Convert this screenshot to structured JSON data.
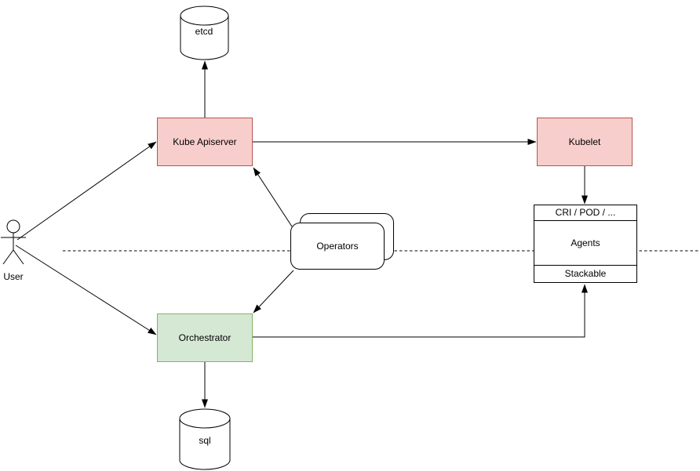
{
  "diagram": {
    "background": "#ffffff",
    "line_color": "#000000",
    "nodes": {
      "etcd": {
        "label": "etcd",
        "shape": "cylinder",
        "fill": "#ffffff",
        "stroke": "#000000"
      },
      "kube_apiserver": {
        "label": "Kube Apiserver",
        "shape": "rect",
        "fill": "#f8cecc",
        "stroke": "#b85450"
      },
      "kubelet": {
        "label": "Kubelet",
        "shape": "rect",
        "fill": "#f8cecc",
        "stroke": "#b85450"
      },
      "operators": {
        "label": "Operators",
        "shape": "stacked-rounded-rect",
        "fill": "#ffffff",
        "stroke": "#000000"
      },
      "orchestrator": {
        "label": "Orchestrator",
        "shape": "rect",
        "fill": "#d5e8d4",
        "stroke": "#82b366"
      },
      "sql": {
        "label": "sql",
        "shape": "cylinder",
        "fill": "#ffffff",
        "stroke": "#000000"
      },
      "user": {
        "label": "User",
        "shape": "actor"
      },
      "agents_stack": {
        "top_label": "CRI / POD / ...",
        "middle_label": "Agents",
        "bottom_label": "Stackable",
        "shape": "partitioned-rect",
        "fill": "#ffffff",
        "stroke": "#000000"
      }
    },
    "edges": [
      {
        "from": "user",
        "to": "kube_apiserver",
        "arrow": "end"
      },
      {
        "from": "user",
        "to": "orchestrator",
        "arrow": "end"
      },
      {
        "from": "kube_apiserver",
        "to": "etcd",
        "arrow": "end"
      },
      {
        "from": "kube_apiserver",
        "to": "kubelet",
        "arrow": "end"
      },
      {
        "from": "kubelet",
        "to": "agents_stack",
        "arrow": "end"
      },
      {
        "from": "operators",
        "to": "kube_apiserver",
        "arrow": "end"
      },
      {
        "from": "operators",
        "to": "orchestrator",
        "arrow": "end"
      },
      {
        "from": "orchestrator",
        "to": "sql",
        "arrow": "end"
      },
      {
        "from": "orchestrator",
        "to": "agents_stack",
        "arrow": "end"
      }
    ],
    "separator": {
      "style": "dashed",
      "orientation": "horizontal"
    }
  }
}
